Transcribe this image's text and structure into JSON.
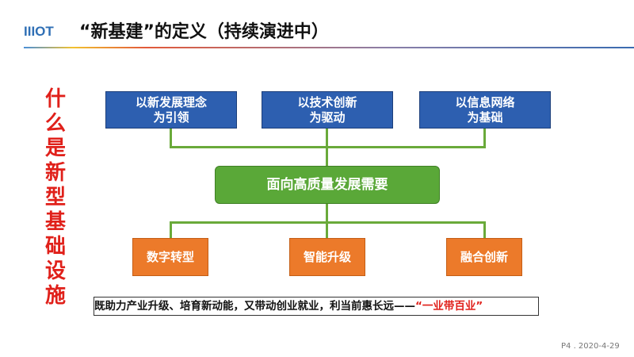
{
  "logo": "IIIOT",
  "title": "“新基建”的定义（持续演进中）",
  "side_title": "什么是新型基础设施",
  "top_boxes": [
    [
      "以新发展理念",
      "为引领"
    ],
    [
      "以技术创新",
      "为驱动"
    ],
    [
      "以信息网络",
      "为基础"
    ]
  ],
  "center_box": "面向高质量发展需要",
  "bottom_boxes": [
    "数字转型",
    "智能升级",
    "融合创新"
  ],
  "note": {
    "text": "既助力产业升级、培育新动能，又带动创业就业，利当前惠长远——",
    "highlight": "“一业带百业”"
  },
  "footer": "P4 . 2020-4-29",
  "colors": {
    "blue": "#2d5fb0",
    "green": "#5aa838",
    "orange": "#ec7a2a",
    "red": "#e0201a"
  }
}
